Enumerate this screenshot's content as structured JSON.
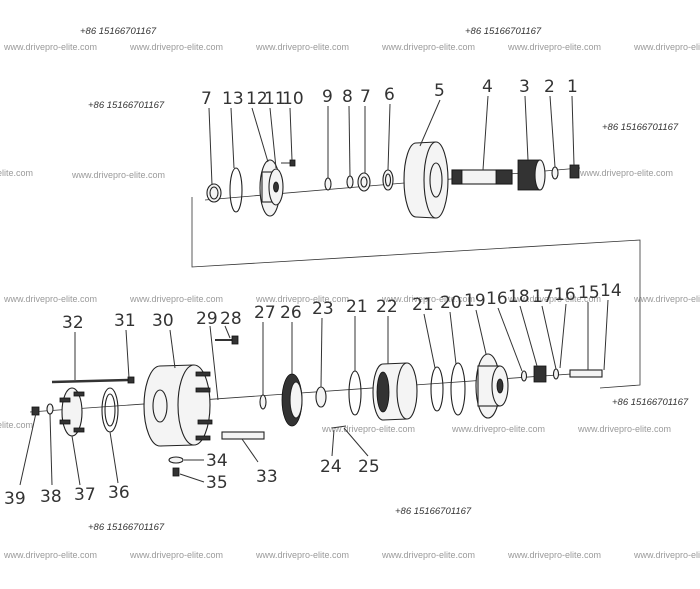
{
  "watermarks": {
    "site": "www.drivepro-elite.com",
    "phone": "+86 15166701167"
  },
  "parts": {
    "p1": "1",
    "p2": "2",
    "p3": "3",
    "p4": "4",
    "p5": "5",
    "p6": "6",
    "p7a": "7",
    "p8": "8",
    "p9": "9",
    "p10": "10",
    "p11": "11",
    "p12": "12",
    "p13": "13",
    "p7b": "7",
    "p14": "14",
    "p15": "15",
    "p16a": "16",
    "p17": "17",
    "p18": "18",
    "p16b": "16",
    "p19": "19",
    "p20": "20",
    "p21a": "21",
    "p22": "22",
    "p21b": "21",
    "p23": "23",
    "p26": "26",
    "p27": "27",
    "p28": "28",
    "p29": "29",
    "p30": "30",
    "p31": "31",
    "p32": "32",
    "p24": "24",
    "p25": "25",
    "p33": "33",
    "p34": "34",
    "p35": "35",
    "p36": "36",
    "p37": "37",
    "p38": "38",
    "p39": "39"
  }
}
